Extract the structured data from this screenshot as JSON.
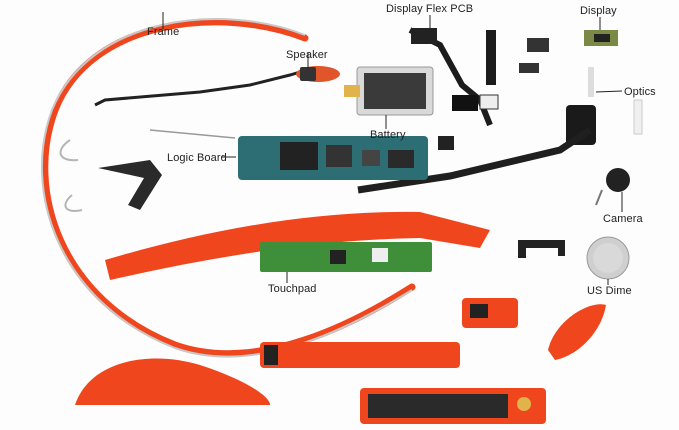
{
  "labels": {
    "frame": "Frame",
    "speaker": "Speaker",
    "display_flex_pcb": "Display Flex PCB",
    "display": "Display",
    "optics": "Optics",
    "battery": "Battery",
    "logic_board": "Logic Board",
    "camera": "Camera",
    "touchpad": "Touchpad",
    "us_dime": "US Dime"
  },
  "colors": {
    "housing_orange": "#f0461e",
    "pcb_green": "#3f8f3a",
    "logic_board_blue": "#2c6e74",
    "dark_part": "#1f1f1f",
    "frame_gray": "#bdbdbd",
    "label_text": "#222222"
  }
}
